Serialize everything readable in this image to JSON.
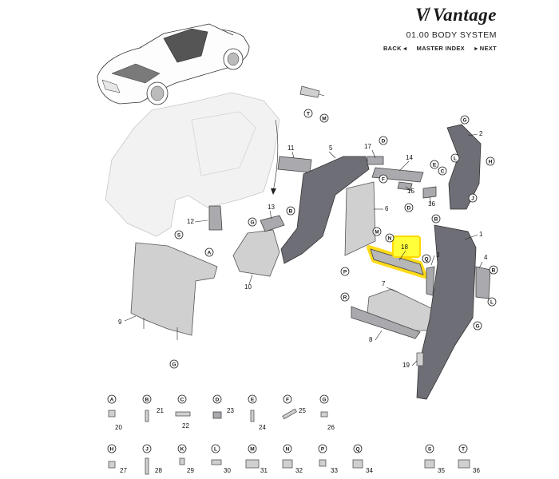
{
  "header": {
    "brand": "V̸ Vantage",
    "section": "01.00 BODY SYSTEM"
  },
  "nav": {
    "back": "BACK ◂",
    "master_index": "MASTER INDEX",
    "next": "▸ NEXT"
  },
  "colors": {
    "highlight": "#ffff3a",
    "ink": "#111111",
    "part_dark": "#6e6e76",
    "part_light": "#d0d0d0"
  },
  "part_numbers": [
    "1",
    "2",
    "3",
    "4",
    "5",
    "6",
    "7",
    "8",
    "9",
    "10",
    "11",
    "12",
    "13",
    "14",
    "15",
    "16",
    "17",
    "18",
    "19"
  ],
  "callout_letters": [
    "A",
    "B",
    "C",
    "D",
    "E",
    "F",
    "G",
    "H",
    "J",
    "K",
    "L",
    "M",
    "N",
    "P",
    "Q",
    "R",
    "S",
    "T"
  ],
  "highlighted_part": "18",
  "fastener_legend": [
    {
      "letter": "A",
      "number": "20"
    },
    {
      "letter": "B",
      "number": "21"
    },
    {
      "letter": "C",
      "number": "22"
    },
    {
      "letter": "D",
      "number": "23"
    },
    {
      "letter": "E",
      "number": "24"
    },
    {
      "letter": "F",
      "number": "25"
    },
    {
      "letter": "G",
      "number": "26"
    },
    {
      "letter": "H",
      "number": "27"
    },
    {
      "letter": "J",
      "number": "28"
    },
    {
      "letter": "K",
      "number": "29"
    },
    {
      "letter": "L",
      "number": "30"
    },
    {
      "letter": "M",
      "number": "31"
    },
    {
      "letter": "N",
      "number": "32"
    },
    {
      "letter": "P",
      "number": "33"
    },
    {
      "letter": "Q",
      "number": "34"
    },
    {
      "letter": "S",
      "number": "35"
    },
    {
      "letter": "T",
      "number": "36"
    }
  ]
}
